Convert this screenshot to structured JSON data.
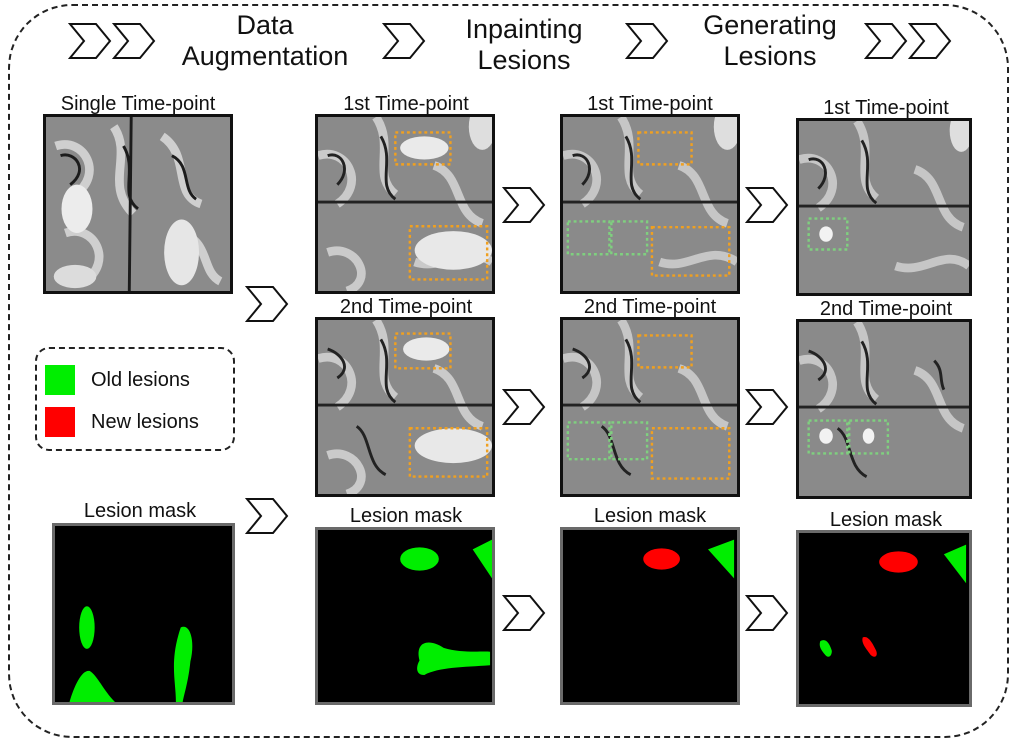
{
  "headers": {
    "data_augmentation": [
      "Data",
      "Augmentation"
    ],
    "inpainting_lesions": [
      "Inpainting",
      "Lesions"
    ],
    "generating_lesions": [
      "Generating",
      "Lesions"
    ]
  },
  "labels": {
    "single_time_point": "Single Time-point",
    "first_time_point": "1st Time-point",
    "second_time_point": "2nd Time-point",
    "second_time_point_stage2": "2nd Time-point",
    "lesion_mask": "Lesion mask"
  },
  "legend": {
    "old": {
      "label": "Old lesions",
      "color": "#00ee00"
    },
    "new": {
      "label": "New lesions",
      "color": "#ff0000"
    }
  },
  "colors": {
    "old_lesion": "#00ee00",
    "new_lesion": "#ff0000",
    "orange_box": "#f0a020",
    "green_box": "#7fd07f"
  }
}
